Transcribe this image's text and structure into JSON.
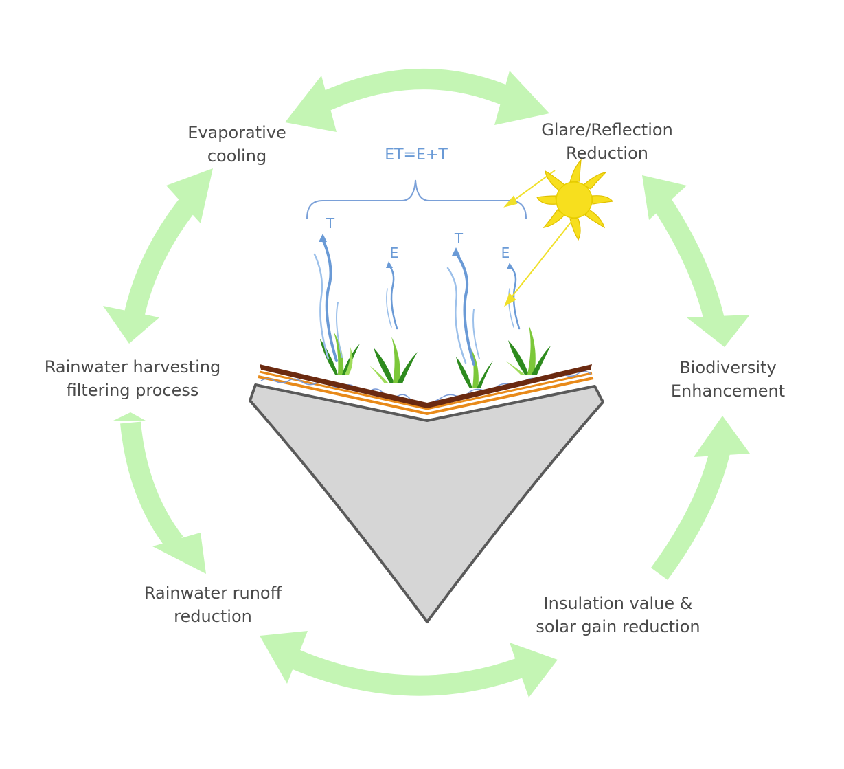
{
  "labels": {
    "evaporative_cooling": [
      "Evaporative",
      "cooling"
    ],
    "glare_reflection": [
      "Glare/Reflection",
      "Reduction"
    ],
    "biodiversity": [
      "Biodiversity",
      "Enhancement"
    ],
    "insulation": [
      "Insulation value &",
      "solar gain reduction"
    ],
    "runoff": [
      "Rainwater runoff",
      "reduction"
    ],
    "harvesting": [
      "Rainwater harvesting",
      "filtering process"
    ]
  },
  "et": {
    "formula": "ET=E+T",
    "t_label": "T",
    "e_label": "E"
  },
  "colors": {
    "cycle_arrow": "#c4f5b4",
    "label_text": "#4a4a4a",
    "et_blue": "#6a9ad6",
    "sun_yellow": "#f7df1e",
    "sun_outline": "#e0c000",
    "soil_dark": "#6b2a10",
    "substrate_orange": "#e88a1a",
    "roof_gray": "#d6d6d6",
    "roof_outline": "#5a5a5a",
    "grass_dark": "#2e8b1e",
    "grass_light": "#7cc83a"
  },
  "icons": {
    "sun": "sun-icon",
    "water_vapor": "vapor-arrow-icon",
    "grass": "grass-tuft-icon"
  }
}
